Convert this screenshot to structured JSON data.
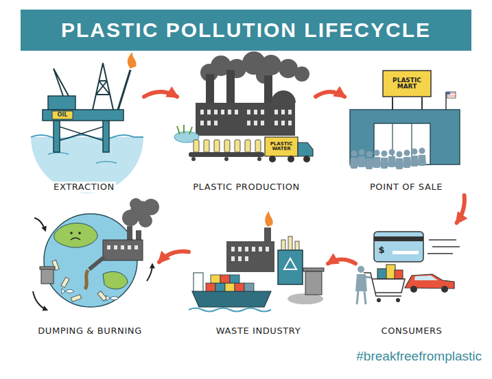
{
  "diagram": {
    "title": "PLASTIC POLLUTION LIFECYCLE",
    "nodes": [
      {
        "text": [
          "EXTRACTION"
        ]
      },
      {
        "text": [
          "PLASTIC PRODUCTION"
        ]
      },
      {
        "text": [
          "POINT OF SALE"
        ]
      },
      {
        "text": [
          "DUMPING & BURNING"
        ]
      },
      {
        "text": [
          "WASTE INDUSTRY"
        ]
      },
      {
        "text": [
          "CONSUMERS"
        ]
      }
    ],
    "edges": [
      {
        "from": 0,
        "to": 1,
        "arrow": "to"
      },
      {
        "from": 1,
        "to": 2,
        "arrow": "to"
      },
      {
        "from": 2,
        "to": 5,
        "arrow": "to"
      },
      {
        "from": 5,
        "to": 4,
        "arrow": "to"
      },
      {
        "from": 4,
        "to": 3,
        "arrow": "to"
      }
    ],
    "labels": [
      "OIL",
      "PLASTIC MART",
      "PLASTIC WATER",
      "$",
      "#breakfreefromplastic"
    ]
  }
}
